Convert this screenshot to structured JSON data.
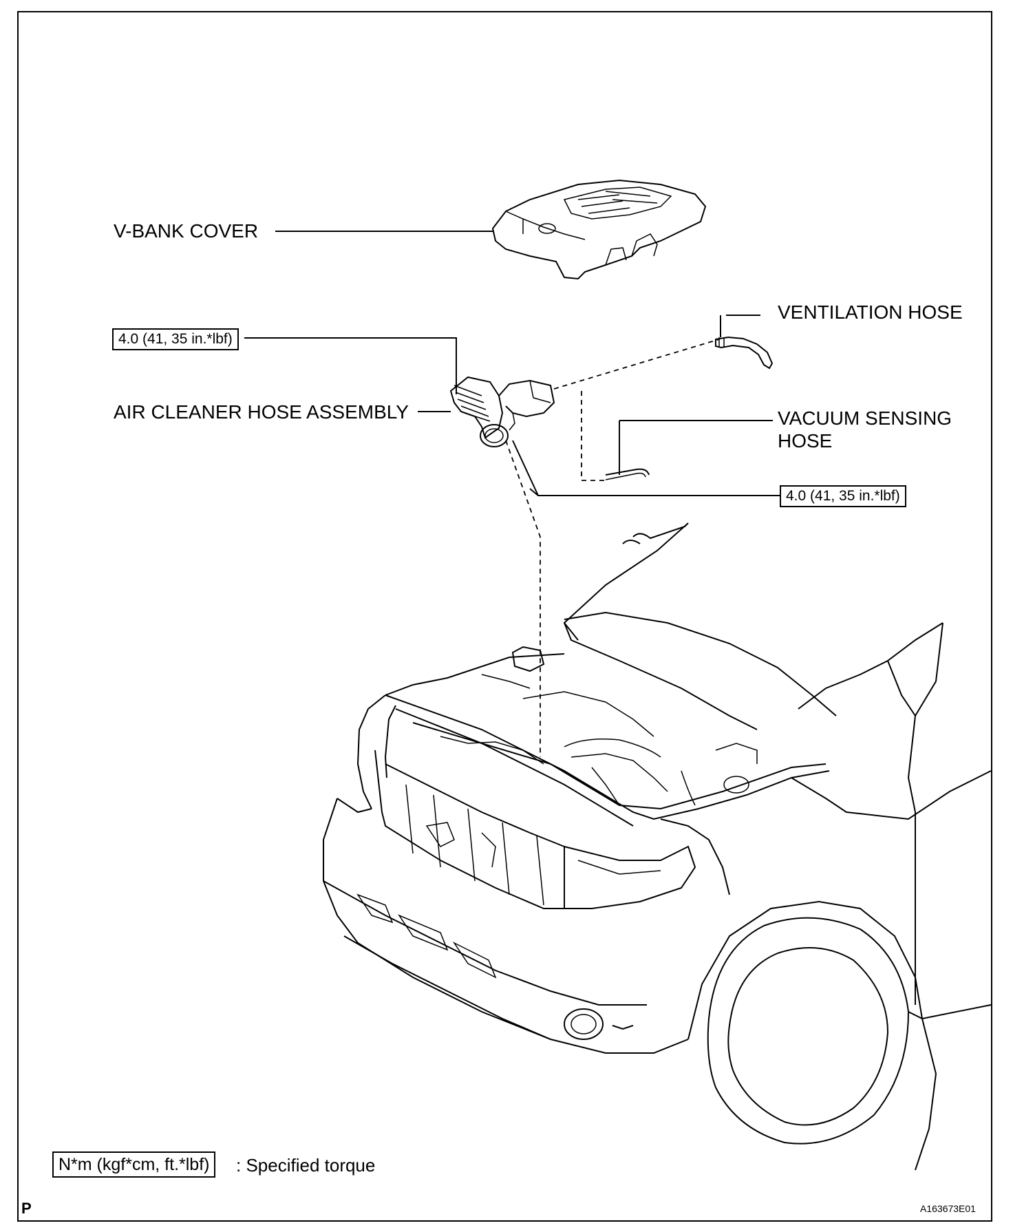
{
  "labels": {
    "v_bank_cover": "V-BANK COVER",
    "ventilation_hose": "VENTILATION HOSE",
    "air_cleaner_hose_assembly": "AIR CLEANER HOSE ASSEMBLY",
    "vacuum_sensing_hose_line1": "VACUUM SENSING",
    "vacuum_sensing_hose_line2": "HOSE"
  },
  "torque_specs": {
    "upper": "4.0 (41, 35 in.*lbf)",
    "lower": "4.0 (41, 35 in.*lbf)"
  },
  "legend": {
    "unit_box": "N*m (kgf*cm, ft.*lbf)",
    "description": ": Specified torque"
  },
  "footer": {
    "page_marker": "P",
    "figure_id": "A163673E01"
  }
}
